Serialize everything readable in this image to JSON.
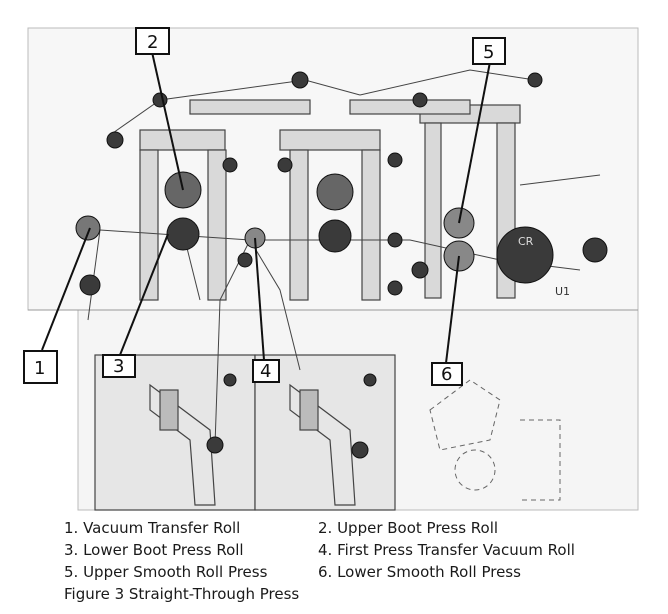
{
  "figure": {
    "caption": "Figure 3 Straight-Through Press",
    "callouts": [
      "1",
      "2",
      "3",
      "4",
      "5",
      "6"
    ],
    "machine_marks": {
      "left_roll_text": "CR",
      "right_roll_text": "U1"
    },
    "legend": [
      {
        "text": "1. Vacuum Transfer Roll"
      },
      {
        "text": "2. Upper Boot Press Roll"
      },
      {
        "text": "3. Lower Boot Press Roll"
      },
      {
        "text": "4. First Press Transfer Vacuum Roll"
      },
      {
        "text": "5. Upper Smooth Roll Press"
      },
      {
        "text": "6. Lower Smooth Roll Press"
      }
    ]
  },
  "colors": {
    "line": "#333333",
    "roll": "#3a3a3a",
    "frame": "#cfcfcf",
    "panel": "#ededed"
  }
}
